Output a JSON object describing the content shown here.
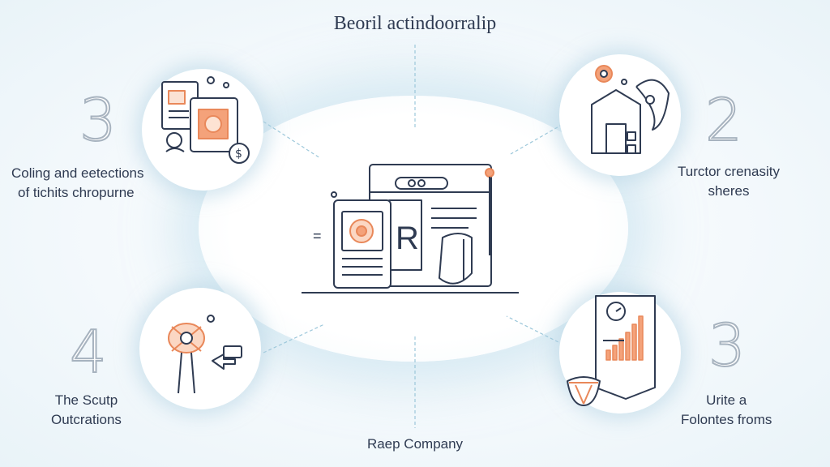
{
  "title": "Beoril actindoorralip",
  "center_caption": "Raep Company",
  "center_monitor_letter": "R",
  "center_side_mark": "=",
  "accent_color": "#e9885a",
  "line_color": "#2f3b52",
  "connector_color": "#9cc7da",
  "nodes": [
    {
      "position": "top-left",
      "number": "3",
      "label_lines": [
        "Coling and eetections",
        "of tichits chropurne"
      ],
      "icon": "document-coin-icon"
    },
    {
      "position": "top-right",
      "number": "2",
      "label_lines": [
        "Turctor crenasity",
        "sheres"
      ],
      "icon": "house-gear-icon"
    },
    {
      "position": "bottom-left",
      "number": "4",
      "label_lines": [
        "The Scutp",
        "Outcrations"
      ],
      "icon": "person-target-icon"
    },
    {
      "position": "bottom-right",
      "number": "3",
      "label_lines": [
        "Urite a",
        "Folontes froms"
      ],
      "icon": "chart-basket-icon"
    }
  ]
}
